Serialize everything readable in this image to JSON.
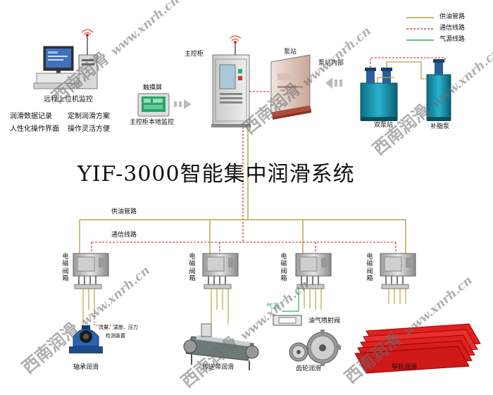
{
  "legend": {
    "items": [
      {
        "label": "供油管路",
        "color": "#b5a642",
        "style": "solid"
      },
      {
        "label": "通信线路",
        "color": "#cc2222",
        "style": "dashed"
      },
      {
        "label": "气源线路",
        "color": "#33aa66",
        "style": "solid"
      }
    ]
  },
  "title": "YIF-3000智能集中润滑系统",
  "labels": {
    "remote_monitor": "远程上位机监控",
    "feature_1": "润滑数据记录",
    "feature_2": "定制润滑方案",
    "feature_3": "人性化操作界面",
    "feature_4": "操作灵活方便",
    "touchscreen": "触摸屏",
    "local_monitor": "主控柜本地监控",
    "main_cabinet": "主控柜",
    "pump_station": "泵站",
    "pump_interior": "泵站内部",
    "dual_pump": "双泵站",
    "grease_pump": "补脂泵",
    "oil_line": "供油管路",
    "comm_line": "通信线路",
    "valve_box": "电磁阀箱",
    "air_source": "气源",
    "oil_air_valve": "油气喷射阀",
    "sensors_1": "流量、温度、压力",
    "sensors_2": "检测装置"
  },
  "applications": [
    {
      "label": "轴承润滑",
      "icon": "bearing-icon"
    },
    {
      "label": "传送带润滑",
      "icon": "conveyor-icon"
    },
    {
      "label": "齿轮润滑",
      "icon": "gear-icon"
    },
    {
      "label": "导轨润滑",
      "icon": "guide-rail-icon"
    }
  ],
  "watermark": {
    "brand": "西南润滑",
    "url": "www.xnrh.cn"
  },
  "colors": {
    "oil": "#b5a642",
    "comm": "#cc2222",
    "air": "#33aa66",
    "rail": "#e02020",
    "cabinet": "#d8d8d8"
  }
}
